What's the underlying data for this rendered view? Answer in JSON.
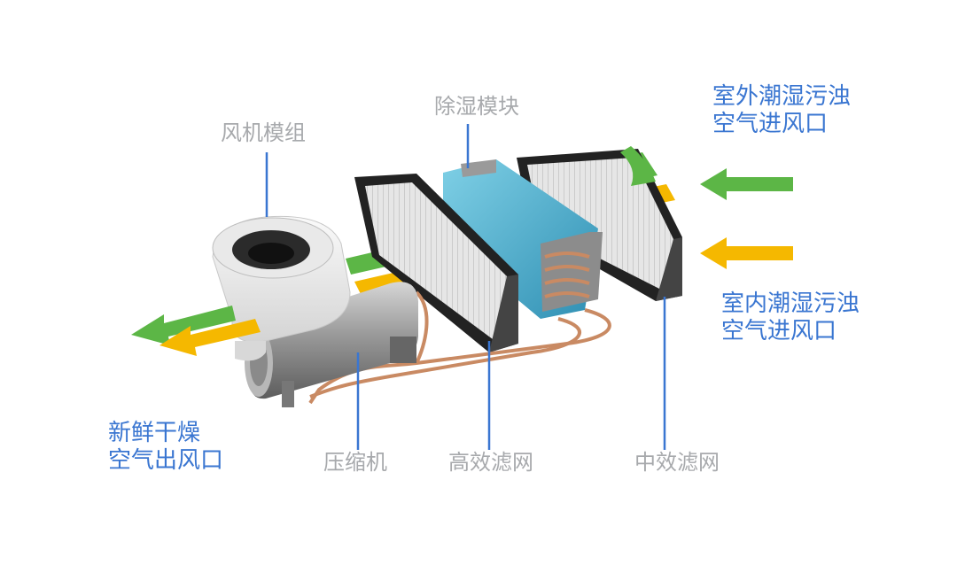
{
  "labels": {
    "fan_module": "风机模组",
    "dehumidify_module": "除湿模块",
    "compressor": "压缩机",
    "hepa_filter": "高效滤网",
    "medium_filter": "中效滤网",
    "outdoor_inlet": [
      "室外潮湿污浊",
      "空气进风口"
    ],
    "indoor_inlet": [
      "室内潮湿污浊",
      "空气进风口"
    ],
    "fresh_outlet": [
      "新鲜干燥",
      "空气出风口"
    ]
  },
  "colors": {
    "label_grey": "#a7a9ac",
    "label_blue": "#3a76d1",
    "leader_line": "#3a76d1",
    "arrow_green": "#5cb646",
    "arrow_yellow": "#f5b800",
    "copper": "#c98a63",
    "filter_frame": "#2a2a2a",
    "coil_teal": "#46a6c6"
  },
  "icons": [
    "green-arrow-icon",
    "yellow-arrow-icon"
  ]
}
